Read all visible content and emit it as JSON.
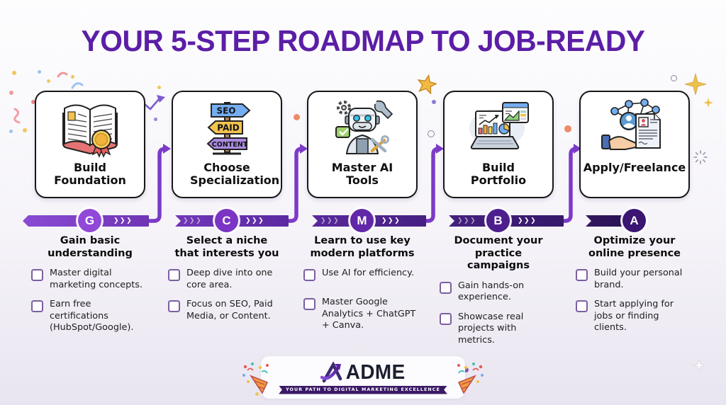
{
  "title": "YOUR 5-STEP ROADMAP TO JOB-READY",
  "band": {
    "chevrons": "❯❯❯"
  },
  "steps": [
    {
      "letter": "G",
      "card_title": "Build Foundation",
      "heading": "Gain basic understanding",
      "items": [
        "Master digital marketing concepts.",
        "Earn free certifications (HubSpot/Google)."
      ]
    },
    {
      "letter": "C",
      "card_title": "Choose Specialization",
      "heading": "Select a niche that interests you",
      "items": [
        "Deep dive into one core area.",
        "Focus on SEO, Paid Media, or Content."
      ],
      "icon_labels": [
        "SEO",
        "PAID",
        "CONTENT"
      ]
    },
    {
      "letter": "M",
      "card_title": "Master AI Tools",
      "heading": "Learn to use key modern platforms",
      "items": [
        "Use AI for efficiency.",
        "Master Google Analytics + ChatGPT + Canva."
      ]
    },
    {
      "letter": "B",
      "card_title": "Build Portfolio",
      "heading": "Document your practice campaigns",
      "items": [
        "Gain hands-on experience.",
        "Showcase real projects with metrics."
      ]
    },
    {
      "letter": "A",
      "card_title": "Apply/Freelance",
      "heading": "Optimize your online presence",
      "items": [
        "Build your personal brand.",
        "Start applying for jobs or finding clients."
      ]
    }
  ],
  "footer": {
    "brand": "ADME",
    "tagline": "YOUR PATH TO DIGITAL MARKETING EXCELLENCE"
  },
  "colors": {
    "title_purple": "#5b1ea6",
    "connector_purple": "#7c3ac8",
    "badge_g": "#9147d8",
    "badge_c": "#7b34c4",
    "badge_m": "#6227a8",
    "badge_b": "#4d1f8e",
    "badge_a": "#3a1572"
  }
}
